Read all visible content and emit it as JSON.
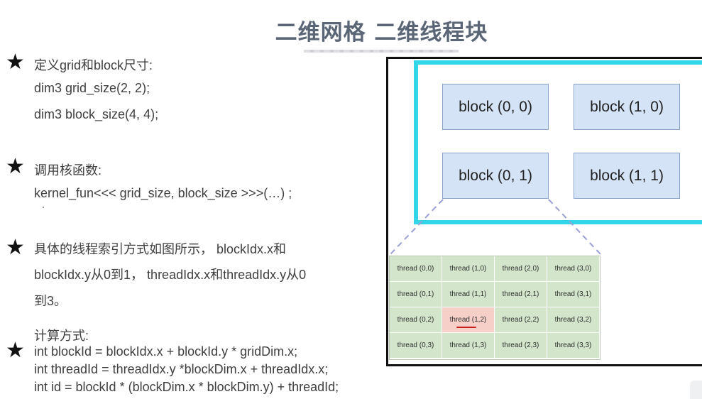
{
  "title": "二维网格 二维线程块",
  "sections": {
    "define": {
      "heading": "定义grid和block尺寸:",
      "line1": "dim3 grid_size(2, 2);",
      "line2": "dim3 block_size(4, 4);"
    },
    "call": {
      "heading": "调用核函数:",
      "line1": "kernel_fun<<< grid_size, block_size >>>(…) ;"
    },
    "index": {
      "line1": "具体的线程索引方式如图所示， blockIdx.x和",
      "line2": "blockIdx.y从0到1， threadIdx.x和threadIdx.y从0",
      "line3": "到3。"
    },
    "compute": {
      "heading": "计算方式:",
      "line1": "int blockId = blockIdx.x + blockId.y * gridDim.x;",
      "line2": "int threadId = threadIdx.y *blockDim.x + threadIdx.x;",
      "line3": "int id = blockId * (blockDim.x * blockDim.y) + threadId;"
    }
  },
  "star_glyph": "★",
  "blocks": [
    "block (0, 0)",
    "block (1, 0)",
    "block (0, 1)",
    "block (1, 1)"
  ],
  "threads": [
    [
      "thread (0,0)",
      "thread (1,0)",
      "thread (2,0)",
      "thread (3,0)"
    ],
    [
      "thread (0,1)",
      "thread (1,1)",
      "thread (2,1)",
      "thread (3,1)"
    ],
    [
      "thread (0,2)",
      "thread (1,2)",
      "thread (2,2)",
      "thread (3,2)"
    ],
    [
      "thread (0,3)",
      "thread (1,3)",
      "thread (2,3)",
      "thread (3,3)"
    ]
  ],
  "highlighted_thread": "thread (1,2)",
  "colors": {
    "grid_border": "#33d6e8",
    "block_fill": "#d5e3f7",
    "thread_fill": "#d3e6cb",
    "highlight_fill": "#f6cfc8",
    "highlight_underline": "#c8201e",
    "dash_line": "#9a9fd6"
  }
}
